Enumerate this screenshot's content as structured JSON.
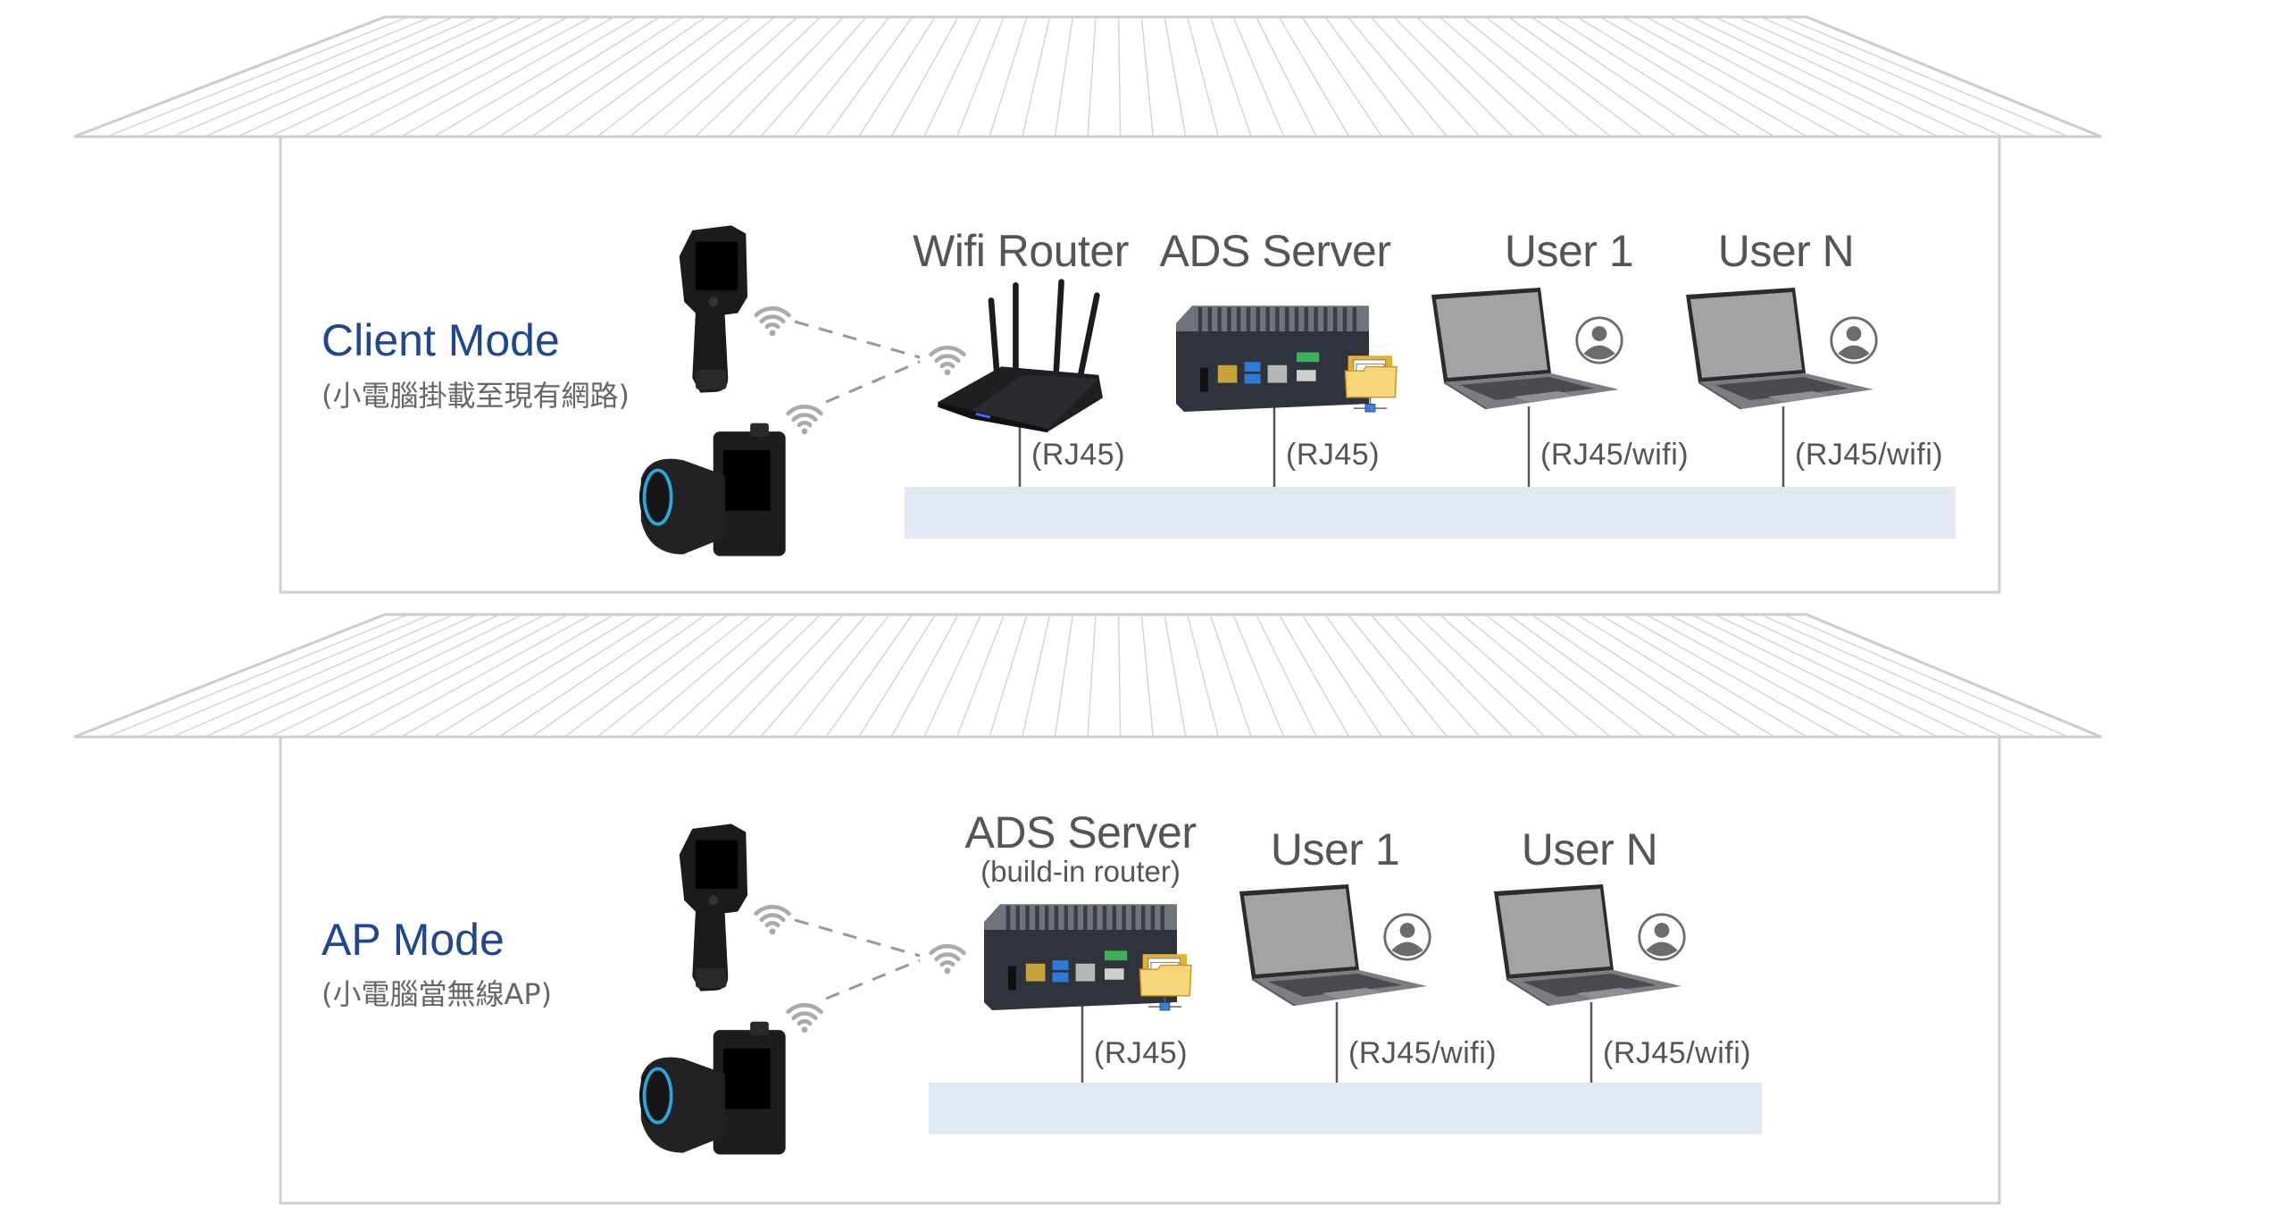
{
  "colors": {
    "accent_blue": "#1f4690",
    "outline_gray": "#cccccc",
    "network_bar": "#e2e8f2",
    "text_gray": "#555555",
    "wifi_gray": "#aaaaaa",
    "folder_yellow": "#f7d57a"
  },
  "client_mode": {
    "title": "Client Mode",
    "subtitle": "(小電腦掛載至現有網路)",
    "devices": [
      {
        "label": "Wifi Router",
        "connection": "(RJ45)",
        "icon": "wifi-router-icon"
      },
      {
        "label": "ADS Server",
        "connection": "(RJ45)",
        "icon": "mini-pc-server-icon"
      },
      {
        "label": "User 1",
        "connection": "(RJ45/wifi)",
        "icon": "laptop-icon"
      },
      {
        "label": "User N",
        "connection": "(RJ45/wifi)",
        "icon": "laptop-icon"
      }
    ],
    "cameras": [
      "thermal-camera-handheld-icon",
      "thermal-camera-rotating-icon"
    ]
  },
  "ap_mode": {
    "title": "AP Mode",
    "subtitle": "(小電腦當無線AP)",
    "devices": [
      {
        "label": "ADS Server",
        "sublabel": "(build-in router)",
        "connection": "(RJ45)",
        "icon": "mini-pc-server-icon"
      },
      {
        "label": "User 1",
        "connection": "(RJ45/wifi)",
        "icon": "laptop-icon"
      },
      {
        "label": "User N",
        "connection": "(RJ45/wifi)",
        "icon": "laptop-icon"
      }
    ],
    "cameras": [
      "thermal-camera-handheld-icon",
      "thermal-camera-rotating-icon"
    ]
  }
}
